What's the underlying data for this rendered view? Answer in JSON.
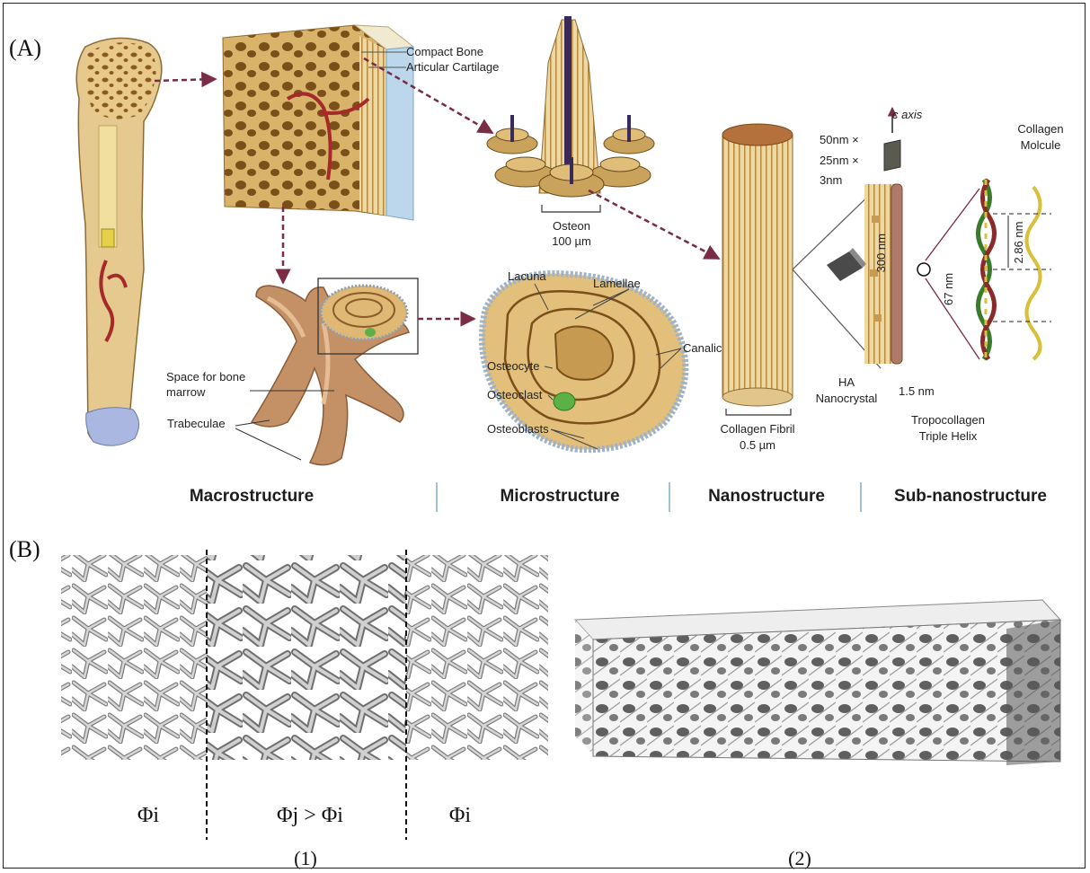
{
  "panel_a": {
    "tag": "(A)",
    "labels": {
      "compact_bone": "Compact Bone",
      "articular_cartilage": "Articular Cartilage",
      "osteon": "Osteon",
      "osteon_size": "100 µm",
      "c_axis": "c axis",
      "crystal_dim_1": "50nm ×",
      "crystal_dim_2": "25nm ×",
      "crystal_dim_3": "3nm",
      "collagen_molecule_1": "Collagen",
      "collagen_molecule_2": "Molcule",
      "lacuna": "Lacuna",
      "lamellae": "Lamellae",
      "canaliculi": "Canaliculi",
      "osteocyte": "Osteocyte",
      "osteoclast": "Osteoclast",
      "osteoblasts": "Osteoblasts",
      "space_marrow_1": "Space for bone",
      "space_marrow_2": "marrow",
      "trabeculae": "Trabeculae",
      "collagen_fibril": "Collagen Fibril",
      "fibril_size": "0.5 µm",
      "ha_1": "HA",
      "ha_2": "Nanocrystal",
      "dim_300": "300 nm",
      "dim_67": "67 nm",
      "dim_286": "2.86 nm",
      "dim_15": "1.5 nm",
      "tropo_1": "Tropocollagen",
      "tropo_2": "Triple Helix"
    },
    "sections": [
      "Macrostructure",
      "Microstructure",
      "Nanostructure",
      "Sub-nanostructure"
    ],
    "colors": {
      "bone": "#e8c98a",
      "bone_dark": "#c79a52",
      "vessel": "#a52a2a",
      "arrow": "#7a2b45",
      "divider": "#9fc3d6"
    }
  },
  "panel_b": {
    "tag": "(B)",
    "phi_left": "Φi",
    "phi_middle": "Φj > Φi",
    "phi_right": "Φi",
    "caption_1": "(1)",
    "caption_2": "(2)"
  }
}
